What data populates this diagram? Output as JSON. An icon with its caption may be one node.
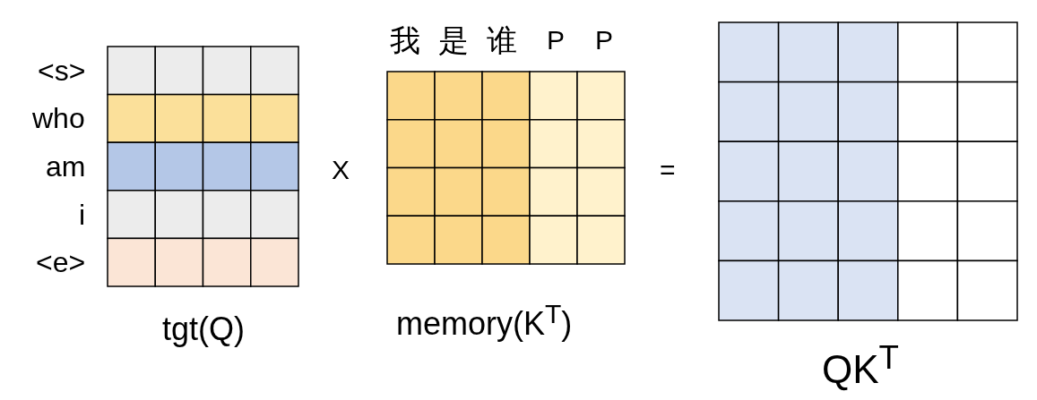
{
  "diagram": {
    "labels": [
      "<s>",
      "who",
      "am",
      "i",
      "<e>",
      "我",
      "是",
      "谁",
      "P",
      "P",
      "tgt(Q)",
      "X",
      "memory(K$^{T}$)",
      "=",
      "QK$^{T}$"
    ]
  }
}
